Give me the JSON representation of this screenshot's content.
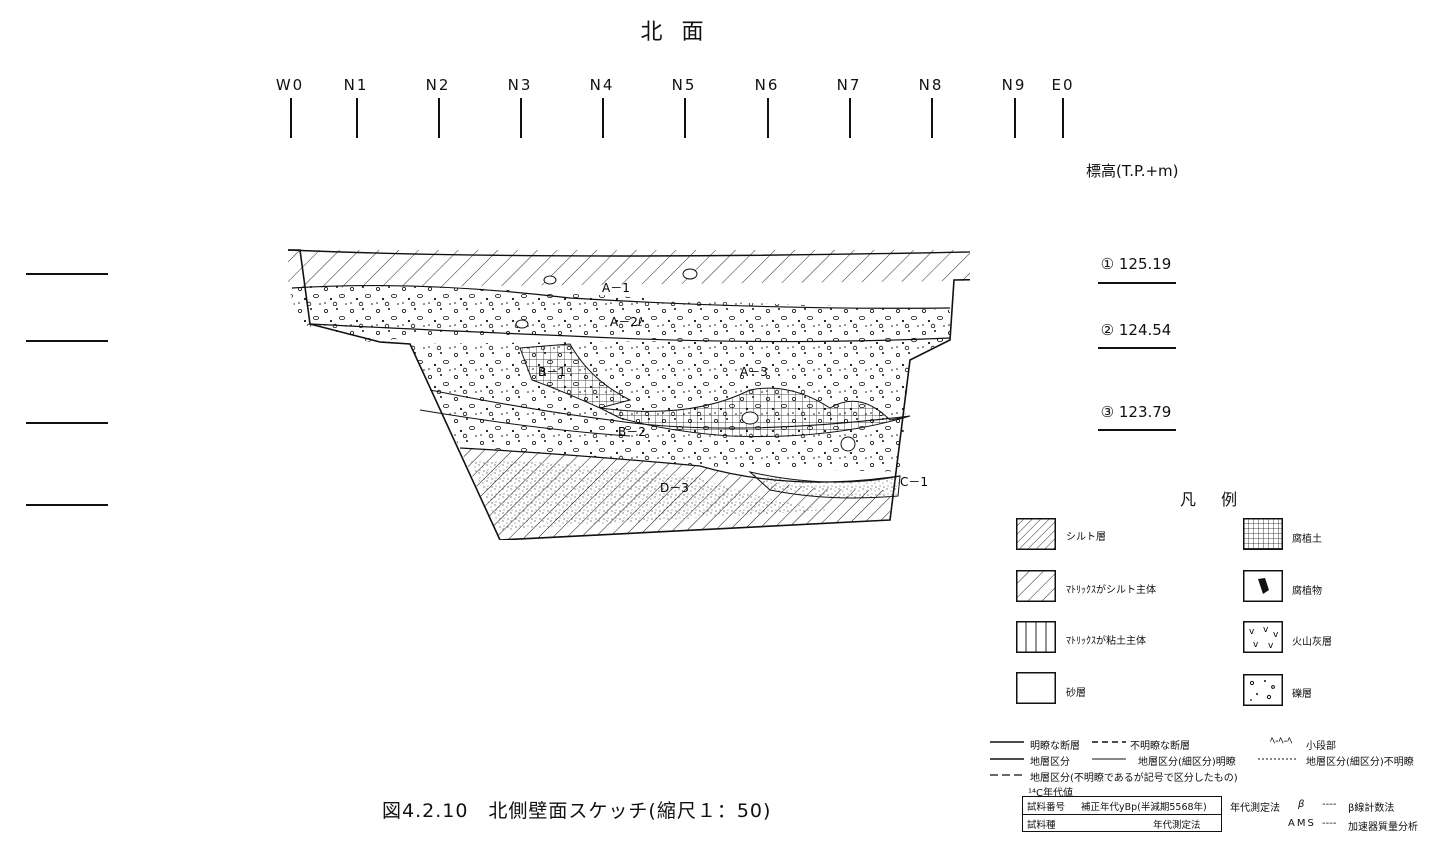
{
  "title": "北 面",
  "stations": [
    "W0",
    "N1",
    "N2",
    "N3",
    "N4",
    "N5",
    "N6",
    "N7",
    "N8",
    "N9",
    "E0"
  ],
  "elevation": {
    "header": "標高(T.P.+m)",
    "marks": [
      "① 125.19",
      "② 124.54",
      "③ 123.79"
    ]
  },
  "layers": {
    "a1": "A－1",
    "a2": "A－2ℓ",
    "a3": "A－3",
    "b1": "B－1",
    "b2": "B－2",
    "c1": "C－1",
    "d3": "D－3"
  },
  "legend": {
    "header": "凡 例",
    "items": [
      {
        "id": "silt",
        "label": "シルト層"
      },
      {
        "id": "humus",
        "label": "腐植土"
      },
      {
        "id": "matrix_silt",
        "label": "ﾏﾄﾘｯｸｽがシルト主体"
      },
      {
        "id": "humus_obj",
        "label": "腐植物"
      },
      {
        "id": "matrix_clay",
        "label": "ﾏﾄﾘｯｸｽが粘土主体"
      },
      {
        "id": "ash",
        "label": "火山灰層"
      },
      {
        "id": "sand",
        "label": "砂層"
      },
      {
        "id": "gravel",
        "label": "礫層"
      }
    ]
  },
  "line_keys": {
    "clear_fault": "明瞭な断層",
    "unclear_fault": "不明瞭な断層",
    "small_step": "小段部",
    "stratum": "地層区分",
    "sub_clear": "地層区分(細区分)明瞭",
    "sub_unclear": "地層区分(細区分)不明瞭",
    "symbol_div": "地層区分(不明瞭であるが記号で区分したもの)",
    "c14": "¹⁴C年代値"
  },
  "sample_box": {
    "r1c1": "試料番号",
    "r1c2": "補正年代yBp(半減期5568年)",
    "r2c1": "試料種",
    "r2c2": "年代測定法"
  },
  "methods": {
    "label": "年代測定法",
    "beta": "β",
    "beta_desc": "β線計数法",
    "ams": "AMS",
    "ams_desc": "加速器質量分析"
  },
  "caption": "図4.2.10　北側壁面スケッチ(縮尺１：50)"
}
